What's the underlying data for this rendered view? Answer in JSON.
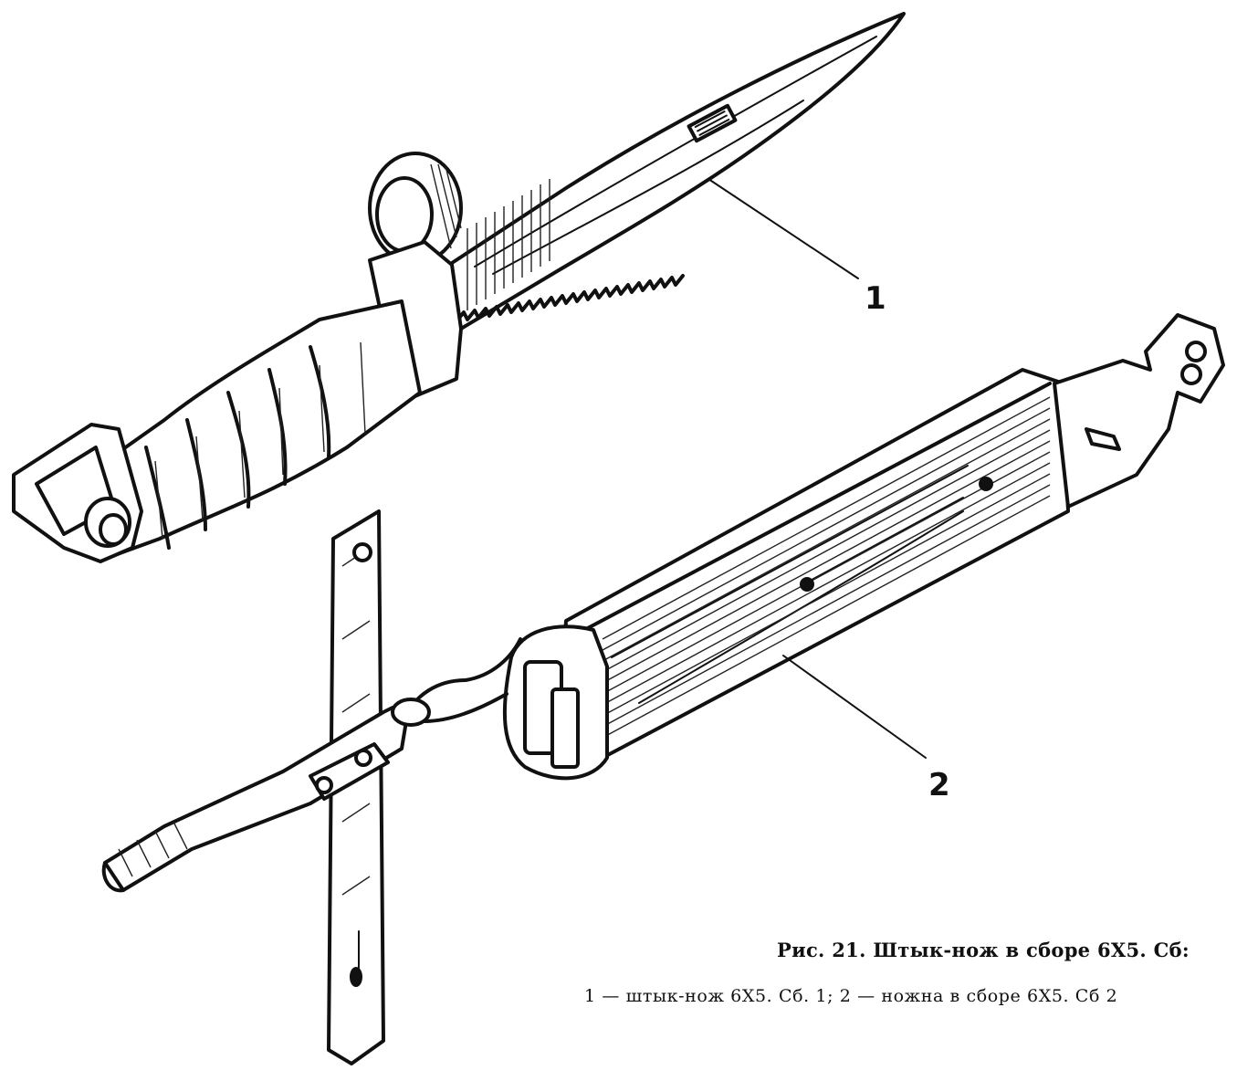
{
  "figure": {
    "caption_title": "Рис. 21. Штык-нож в сборе 6Х5. Сб:",
    "caption_legend": "1 — штык-нож 6Х5. Сб. 1; 2 — ножна в сборе 6Х5. Сб 2",
    "callouts": [
      {
        "number": "1"
      },
      {
        "number": "2"
      }
    ]
  },
  "icons": [
    "bayonet-knife-illustration",
    "scabbard-illustration",
    "belt-strap-illustration"
  ]
}
